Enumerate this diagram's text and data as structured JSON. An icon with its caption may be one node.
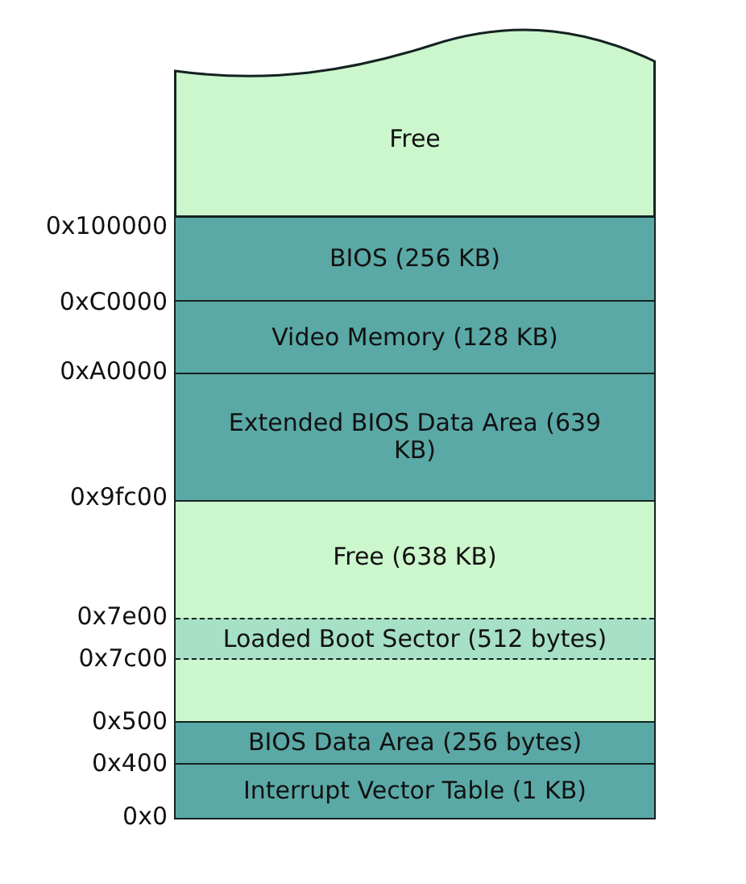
{
  "diagram": {
    "nodes": [
      {
        "text": [
          "Free"
        ]
      },
      {
        "text": [
          "BIOS (256 KB)"
        ]
      },
      {
        "text": [
          "Video Memory (128 KB)"
        ]
      },
      {
        "text": [
          "Extended BIOS Data Area (639 KB)"
        ]
      },
      {
        "text": [
          "Free (638 KB)"
        ]
      },
      {
        "text": [
          "Loaded Boot Sector (512 bytes)"
        ],
        "in": 4
      },
      {
        "text": [
          "BIOS Data Area (256 bytes)"
        ]
      },
      {
        "text": [
          "Interrupt Vector Table (1 KB)"
        ]
      }
    ],
    "labels": [
      "0x100000",
      "0xC0000",
      "0xA0000",
      "0x9fc00",
      "0x7e00",
      "0x7c00",
      "0x500",
      "0x400",
      "0x0"
    ]
  }
}
